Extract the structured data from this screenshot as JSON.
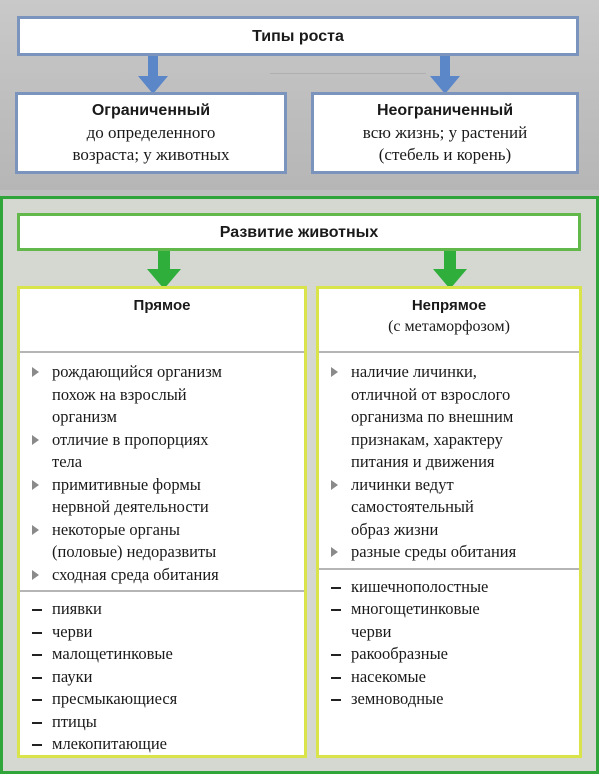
{
  "top": {
    "title": "Типы роста",
    "limited": {
      "heading": "Ограниченный",
      "lines": [
        "до определенного",
        "возраста; у животных"
      ]
    },
    "unlimited": {
      "heading": "Неограниченный",
      "lines": [
        "всю жизнь; у растений",
        "(стебель и корень)"
      ]
    }
  },
  "bottom": {
    "title": "Развитие животных",
    "direct": {
      "heading": "Прямое",
      "features": [
        [
          "рождающийся организм",
          "похож на взрослый",
          "организм"
        ],
        [
          "отличие в пропорциях",
          "тела"
        ],
        [
          "примитивные формы",
          "нервной деятельности"
        ],
        [
          "некоторые органы",
          "(половые) недоразвиты"
        ],
        [
          "сходная среда обитания"
        ]
      ],
      "examples": [
        "пиявки",
        "черви",
        "малощетинковые",
        "пауки",
        "пресмыкающиеся",
        "птицы",
        "млекопитающие"
      ]
    },
    "indirect": {
      "heading": "Непрямое",
      "subheading": "(с метаморфозом)",
      "features": [
        [
          "наличие личинки,",
          "отличной от взрослого",
          "организма по внешним",
          "признакам, характеру",
          "питания и движения"
        ],
        [
          "личинки ведут",
          "самостоятельный",
          "образ жизни"
        ],
        [
          "разные среды обитания"
        ]
      ],
      "examples": [
        [
          "кишечнополостные"
        ],
        [
          "многощетинковые",
          "черви"
        ],
        [
          "ракообразные"
        ],
        [
          "насекомые"
        ],
        [
          "земноводные"
        ]
      ]
    }
  },
  "colors": {
    "blue_arrow": "#5b86c8",
    "green_arrow": "#2fae3c",
    "blue_border": "#7b94be",
    "green_frame": "#2fa53a",
    "column_border": "#d8e44a"
  }
}
